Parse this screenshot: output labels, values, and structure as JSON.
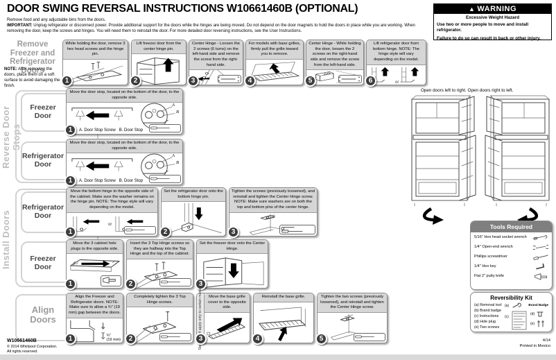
{
  "page": {
    "title": "DOOR SWING REVERSAL INSTRUCTIONS W10661460B (OPTIONAL)",
    "intro": "Remove food and any adjustable bins from the doors.",
    "important_label": "IMPORTANT:",
    "important_text": " Unplug refrigerator or disconnect power. Provide additional support for the doors while the hinges are being moved. Do not depend on the door magnets to hold the doors in place while you are working. When removing the door, keep the screws and hinges. You will need them to reinstall the door. For more detailed door reversing instructions, see the User Instructions."
  },
  "warning": {
    "header": "WARNING",
    "line1": "Excessive Weight Hazard",
    "line2": "Use two or more people to move and install refrigerator.",
    "line3": "Failure to do so can result in back or other injury."
  },
  "sections": {
    "remove": {
      "label": "Remove Freezer and Refrigerator Doors",
      "note_label": "NOTE:",
      "note": " After removing the doors, place them on a soft surface to avoid damaging the finish.",
      "steps": [
        {
          "num": "1",
          "text": "While holding the door, remove 3 hex head screws and the hinge pin."
        },
        {
          "num": "2",
          "text": "Lift freezer door from the center hinge pin."
        },
        {
          "num": "3",
          "text": "Center Hinge - Loosen the 2 screws (6 turns) on the left-hand side and remove the screw from the right-hand side."
        },
        {
          "num": "4",
          "text": "For models with base grilles, firmly pull the grille toward you to remove."
        },
        {
          "num": "5",
          "text": "Center Hinge - While holding the door, loosen the 2 screws on the right-hand side and remove the screw from the left-hand side."
        },
        {
          "num": "6",
          "text": "Lift refrigerator door from bottom hinge. NOTE: The hinge style will vary depending on the model.",
          "or": "or"
        }
      ]
    },
    "reverse": {
      "label": "Reverse Door Stops",
      "rows": [
        {
          "label": "Freezer Door",
          "step": {
            "num": "1",
            "text": "Move the door stop, located on the bottom of the door, to the opposite side.",
            "caption": "A. Door Stop Screw   B. Door Stop",
            "labelA": "A",
            "labelB": "B"
          }
        },
        {
          "label": "Refrigerator Door",
          "step": {
            "num": "1",
            "text": "Move the door stop, located on the bottom of the door, to the opposite side.",
            "caption": "A. Door Stop Screw   B. Door Stop",
            "labelA": "A",
            "labelB": "B"
          }
        }
      ]
    },
    "install": {
      "label": "Install Doors",
      "rows": [
        {
          "label": "Refrigerator Door",
          "steps": [
            {
              "num": "1",
              "text": "Move the bottom hinge to the opposite side of the cabinet. Make sure the washer remains on the hinge pin. NOTE: The hinge style will vary depending on the model.",
              "or": "or"
            },
            {
              "num": "2",
              "text": "Set the refrigerator door onto the bottom hinge pin."
            },
            {
              "num": "3",
              "text": "Tighten the screws (previously loosened), and reinstall and tighten the Center Hinge screw. NOTE: Make sure washers are on both the top and bottom pins of the center hinge."
            }
          ]
        },
        {
          "label": "Freezer Door",
          "steps": [
            {
              "num": "1",
              "text": "Move the 3 cabinet hole plugs to the opposite side."
            },
            {
              "num": "2",
              "text": "Insert the 3 Top Hinge screws so they are halfway into the Top Hinge and the top of the cabinet."
            },
            {
              "num": "3",
              "text": "Set the freezer door onto the Center Hinge."
            }
          ]
        }
      ]
    },
    "align": {
      "label": "Align Doors",
      "steps": [
        {
          "num": "1",
          "text": "Align the Freezer and Refrigerator doors. NOTE: Make sure to allow a ¾\" (19 mm) gap between the doors.",
          "annotation1": "¾\"",
          "annotation2": "(19 mm)"
        },
        {
          "num": "2",
          "text": "Completely tighten the 3 Top Hinge screws."
        },
        {
          "num": "3",
          "text": "Move the base grille cover to the opposite side.",
          "side_note": "Steps 3 & 4 apply only to certain models"
        },
        {
          "num": "4",
          "text": "Reinstall the base grille."
        },
        {
          "num": "5",
          "text": "Tighten the two screws (previously loosened), and reinstall and tighten the Center Hinge screw."
        }
      ]
    }
  },
  "doors_diagram": {
    "caption": "Open doors left to right. Open doors right to left."
  },
  "tools": {
    "title": "Tools Required",
    "items": [
      "5/16\" Hex head socket wrench",
      "1/4\" Open-end wrench",
      "Phillips screwdriver",
      "1/4\" Hex key",
      "Flat 2\" putty knife"
    ]
  },
  "kit": {
    "title": "Reversibility Kit",
    "items": [
      "(a) Removal tool",
      "(b) Brand badge",
      "(c) Instructions",
      "(d) Hole plug",
      "(e) Two screws"
    ],
    "fig_a": "(a)",
    "fig_b": "Brand Badge",
    "fig_c": "(c)",
    "fig_d": "(d)",
    "fig_e": "(e)"
  },
  "footer": {
    "part_number": "W10661460B",
    "copyright": "© 2014 Whirlpool Corporation.",
    "rights": "All rights reserved.",
    "date": "4/14",
    "printed": "Printed in Mexico"
  }
}
